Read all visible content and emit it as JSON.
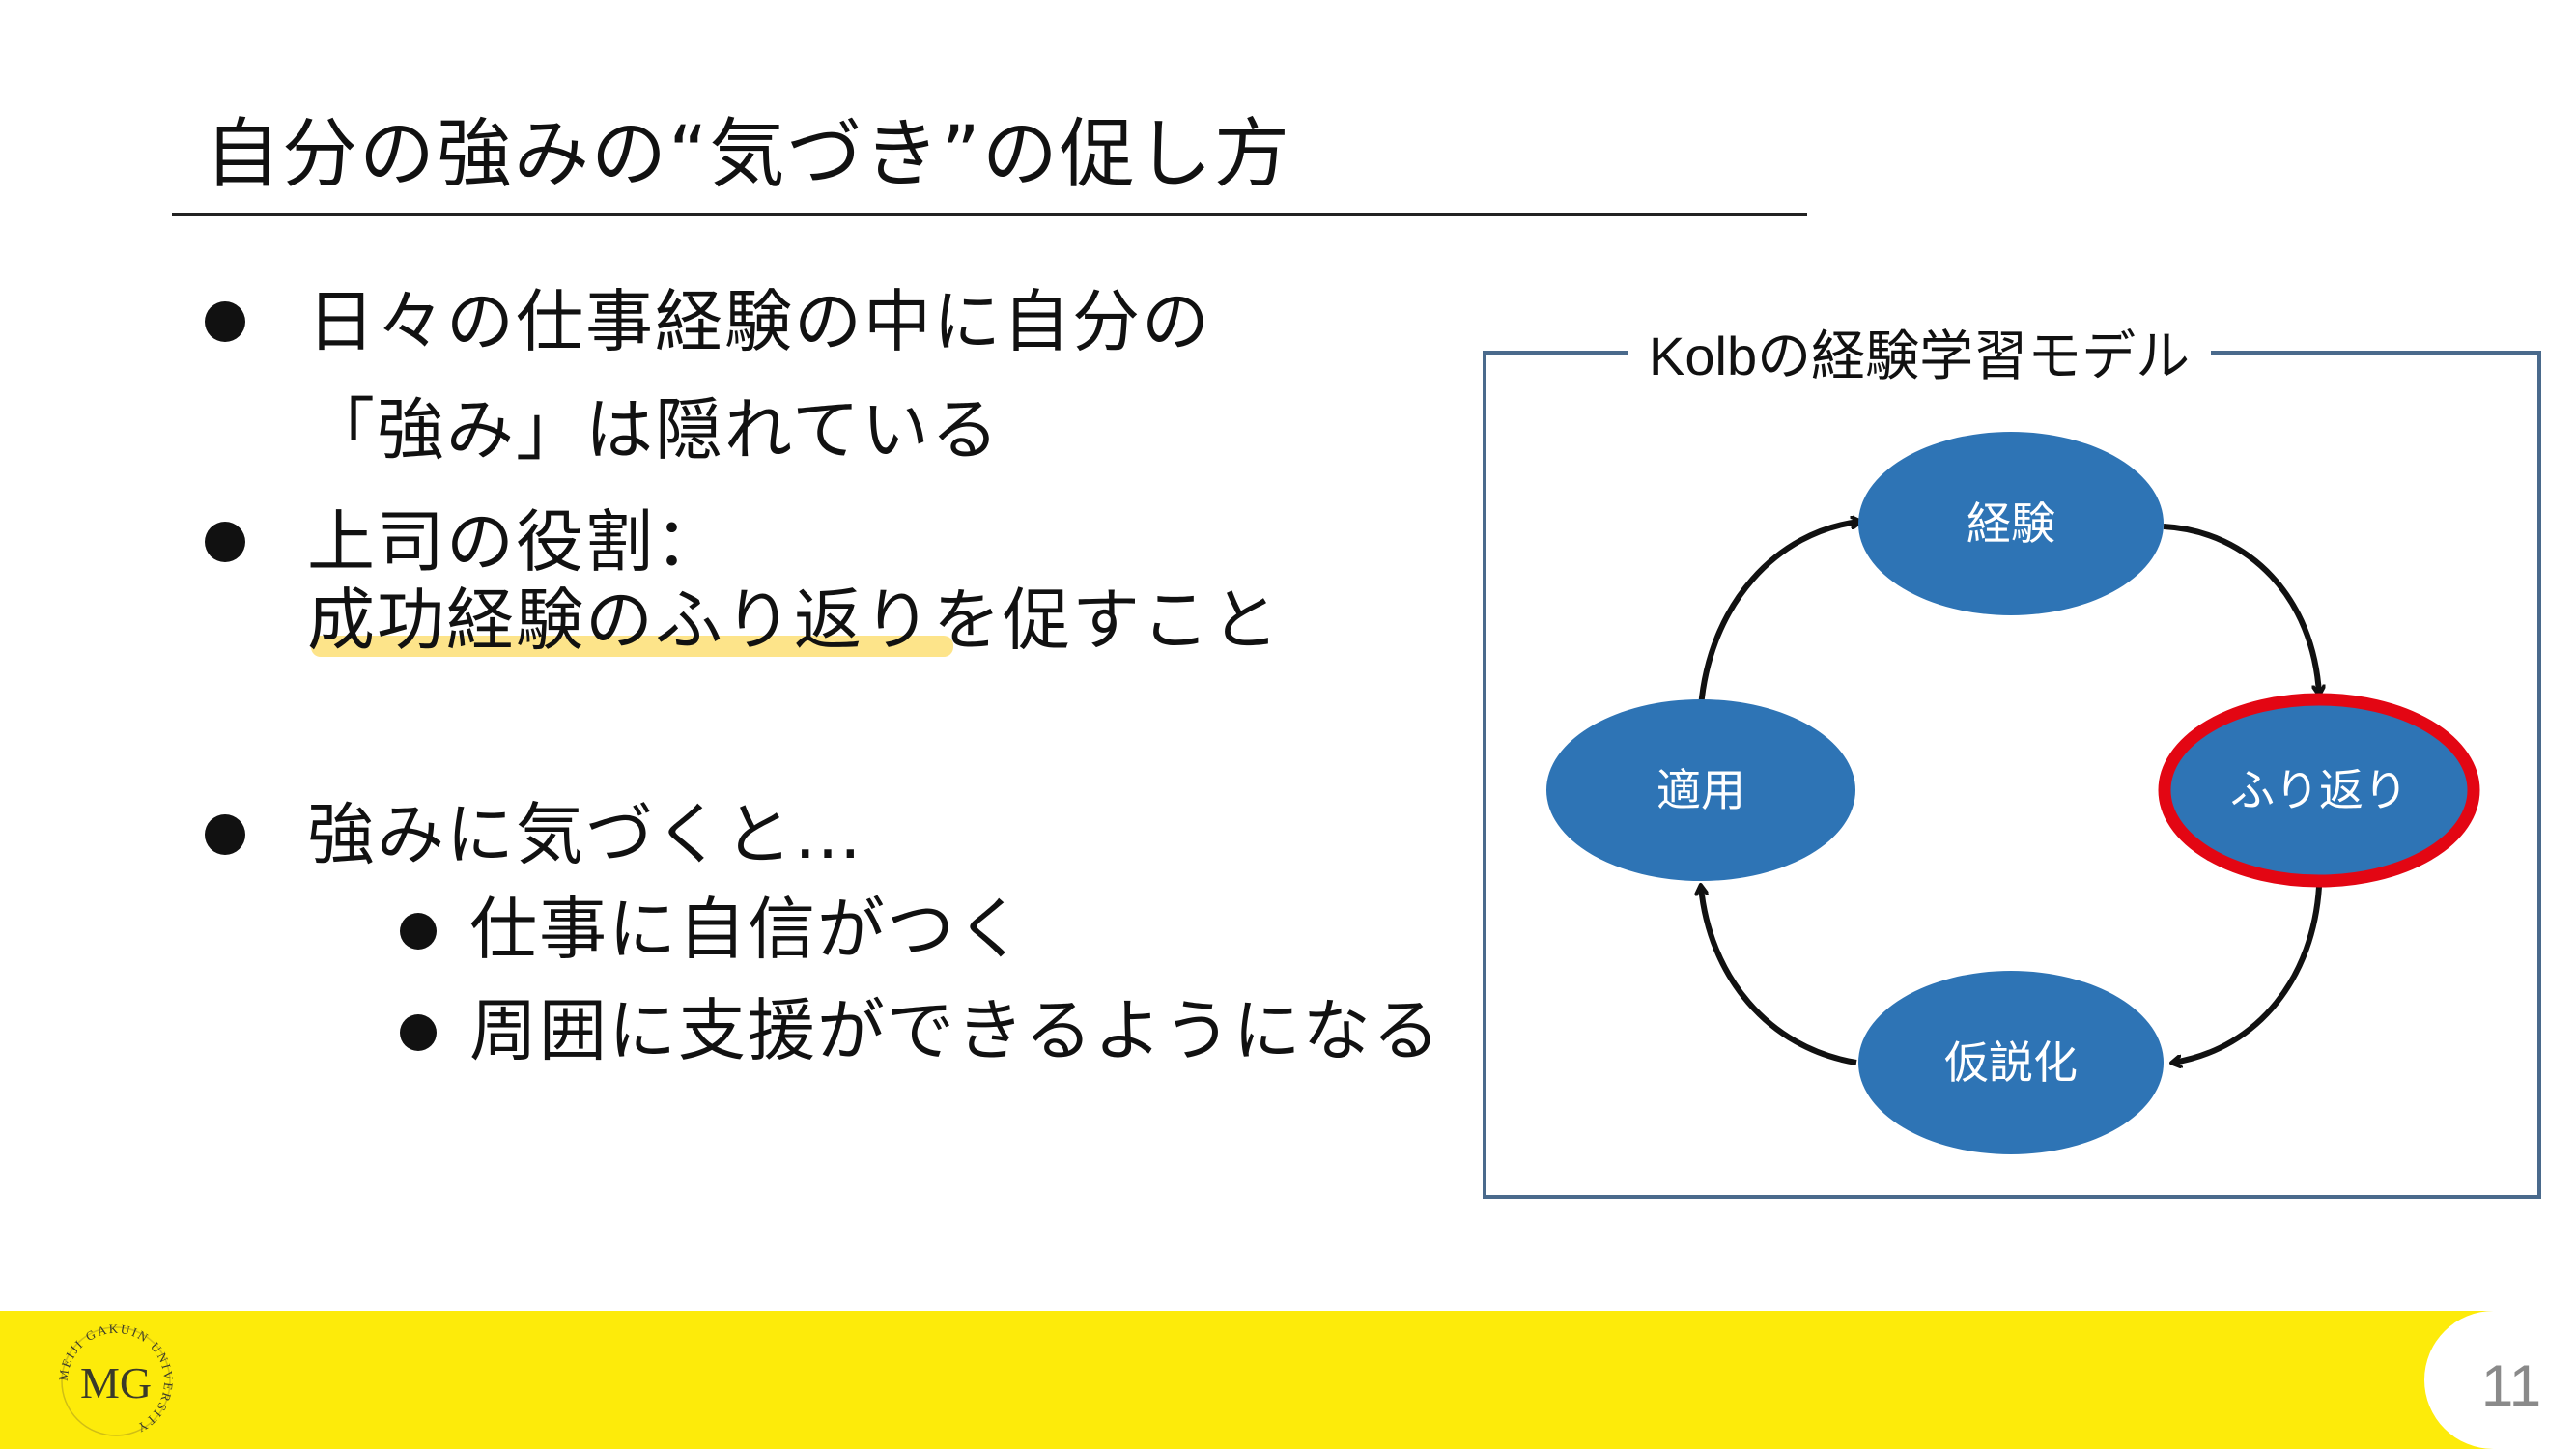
{
  "title": "自分の強みの“気づき”の促し方",
  "bullets": [
    {
      "lines": [
        "日々の仕事経験の中に自分の",
        "「強み」は隠れている"
      ]
    },
    {
      "lines": [
        "上司の役割：",
        "成功経験のふり返りを促すこと"
      ]
    },
    {
      "lines": [
        "強みに気づくと…"
      ],
      "sub": [
        "仕事に自信がつく",
        "周囲に支援ができるようになる"
      ]
    }
  ],
  "kolb": {
    "title": "Kolbの経験学習モデル",
    "nodes": {
      "top": "経験",
      "right": "ふり返り",
      "bottom": "仮説化",
      "left": "適用"
    },
    "highlighted_node": "ふり返り",
    "colors": {
      "node_fill": "#2e74b5",
      "highlight_ring": "#e30613",
      "frame": "#4a6a8c"
    }
  },
  "footer": {
    "page_number": "11",
    "logo_text": "MEIJI GAKUIN UNIVERSITY",
    "logo_monogram": "MG",
    "color": "#fdeb0a"
  },
  "colors": {
    "highlight": "#fde48a"
  }
}
